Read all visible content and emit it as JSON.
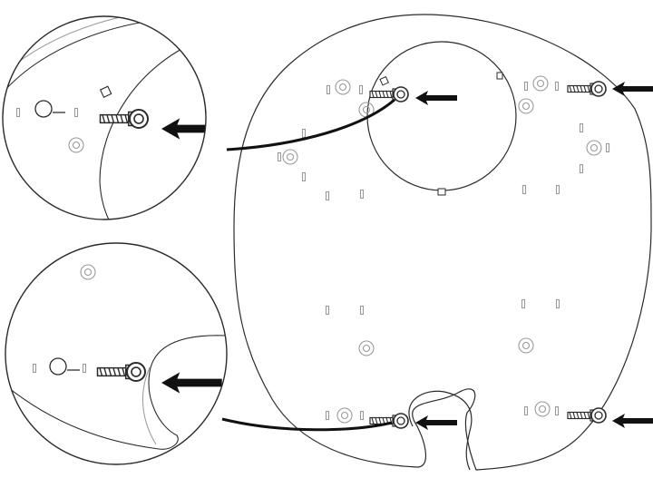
{
  "figure": {
    "kind": "assembly-instruction-illustration",
    "description_visible_text": "",
    "colors": {
      "background": "#ffffff",
      "line": "#2b2b2b",
      "faint": "#9a9a9a",
      "screw_dark": "#3a3a3a",
      "arrow": "#111111"
    },
    "callouts": [
      {
        "name": "top-detail",
        "screw_count": 1
      },
      {
        "name": "bottom-detail",
        "screw_count": 1
      }
    ],
    "plate": {
      "screw_positions": [
        "top-left-cutout",
        "top-right",
        "bottom-left-notch",
        "bottom-right"
      ],
      "insertion_arrows": 4
    }
  }
}
